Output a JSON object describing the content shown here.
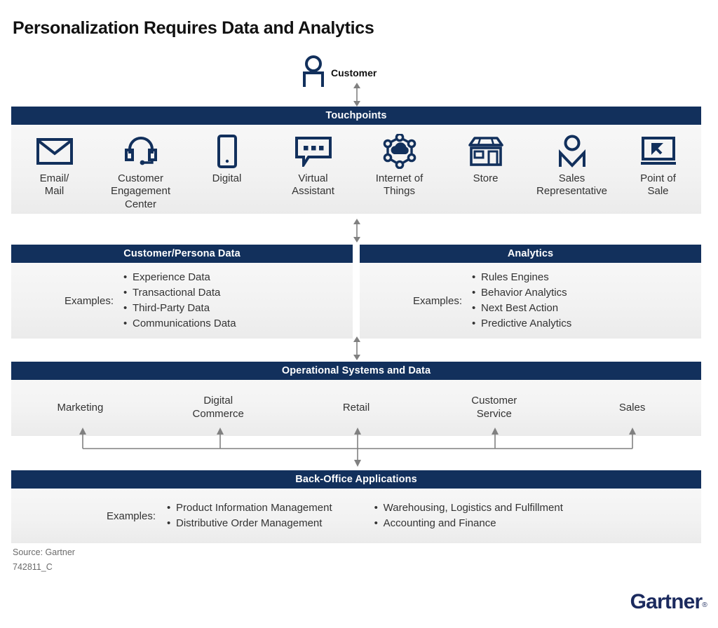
{
  "title": "Personalization Requires Data and Analytics",
  "colors": {
    "header_navy": "#12305c",
    "icon_navy": "#12305c",
    "body_gray": "#f2f2f2",
    "connector_gray": "#808080",
    "logo_navy": "#1b2a5e"
  },
  "customer": {
    "label": "Customer",
    "icon": "person-icon"
  },
  "touchpoints": {
    "header": "Touchpoints",
    "items": [
      {
        "label": "Email/\nMail",
        "label_lines": [
          "Email/",
          "Mail"
        ],
        "icon": "envelope-icon"
      },
      {
        "label": "Customer\nEngagement Center",
        "label_lines": [
          "Customer",
          "Engagement Center"
        ],
        "icon": "headset-icon"
      },
      {
        "label": "Digital",
        "label_lines": [
          "Digital"
        ],
        "icon": "mobile-phone-icon"
      },
      {
        "label": "Virtual\nAssistant",
        "label_lines": [
          "Virtual",
          "Assistant"
        ],
        "icon": "chat-bubble-icon"
      },
      {
        "label": "Internet of\nThings",
        "label_lines": [
          "Internet of",
          "Things"
        ],
        "icon": "iot-network-cloud-icon"
      },
      {
        "label": "Store",
        "label_lines": [
          "Store"
        ],
        "icon": "storefront-icon"
      },
      {
        "label": "Sales\nRepresentative",
        "label_lines": [
          "Sales",
          "Representative"
        ],
        "icon": "sales-person-icon"
      },
      {
        "label": "Point of\nSale",
        "label_lines": [
          "Point of",
          "Sale"
        ],
        "icon": "monitor-cursor-icon"
      }
    ]
  },
  "customer_persona_data": {
    "header": "Customer/Persona Data",
    "examples_label": "Examples:",
    "items": [
      "Experience Data",
      "Transactional Data",
      "Third-Party Data",
      "Communications Data"
    ]
  },
  "analytics": {
    "header": "Analytics",
    "examples_label": "Examples:",
    "items": [
      "Rules Engines",
      "Behavior Analytics",
      "Next Best Action",
      "Predictive Analytics"
    ]
  },
  "operational_systems": {
    "header": "Operational Systems and Data",
    "items": [
      {
        "label_lines": [
          "Marketing"
        ]
      },
      {
        "label_lines": [
          "Digital",
          "Commerce"
        ]
      },
      {
        "label_lines": [
          "Retail"
        ]
      },
      {
        "label_lines": [
          "Customer",
          "Service"
        ]
      },
      {
        "label_lines": [
          "Sales"
        ]
      }
    ]
  },
  "back_office": {
    "header": "Back-Office Applications",
    "examples_label": "Examples:",
    "column_left": [
      "Product Information Management",
      "Distributive Order Management"
    ],
    "column_right": [
      "Warehousing, Logistics and Fulfillment",
      "Accounting and Finance"
    ]
  },
  "footer": {
    "source": "Source: Gartner",
    "doc_id": "742811_C",
    "logo": "Gartner",
    "logo_mark": "®"
  }
}
